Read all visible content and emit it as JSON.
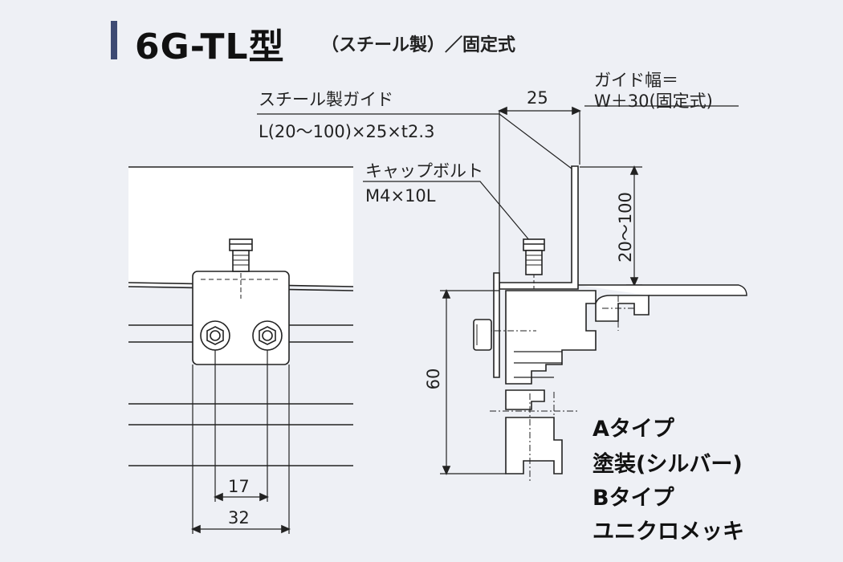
{
  "title": {
    "main": "6G-TL型",
    "sub": "（スチール製）／固定式"
  },
  "labels": {
    "guide_name": "スチール製ガイド",
    "guide_spec": "L(20～100)×25×t2.3",
    "bolt_name": "キャップボルト",
    "bolt_spec": "M4×10L",
    "guide_width_1": "ガイド幅＝",
    "guide_width_2": "W＋30(固定式)"
  },
  "dimensions": {
    "d25": "25",
    "d20_100": "20～100",
    "d60": "60",
    "d17": "17",
    "d32": "32"
  },
  "types": {
    "a_type": "Aタイプ",
    "a_finish": "塗装(シルバー)",
    "b_type": "Bタイプ",
    "b_finish": "ユニクロメッキ"
  }
}
